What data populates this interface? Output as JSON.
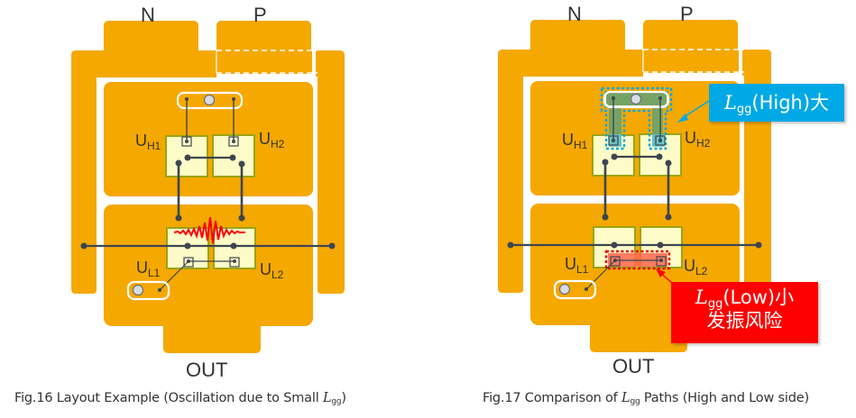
{
  "colors": {
    "copper": "#f5a800",
    "chip_fill": "#fdfbc8",
    "chip_border": "#9aa514",
    "wire": "#3d4650",
    "high_callout": "#00a8e6",
    "low_callout": "#ff0000",
    "oscillation": "#ff0000"
  },
  "figures": [
    {
      "id": "fig16",
      "terminals": {
        "n": "N",
        "p": "P",
        "out": "OUT"
      },
      "chips": {
        "uh1": {
          "main": "U",
          "sub": "H1"
        },
        "uh2": {
          "main": "U",
          "sub": "H2"
        },
        "ul1": {
          "main": "U",
          "sub": "L1"
        },
        "ul2": {
          "main": "U",
          "sub": "L2"
        }
      },
      "caption": {
        "prefix": "Fig.16 Layout Example (Oscillation due to Small ",
        "symbol": "L",
        "subscript": "gg",
        "suffix": ")"
      }
    },
    {
      "id": "fig17",
      "terminals": {
        "n": "N",
        "p": "P",
        "out": "OUT"
      },
      "chips": {
        "uh1": {
          "main": "U",
          "sub": "H1"
        },
        "uh2": {
          "main": "U",
          "sub": "H2"
        },
        "ul1": {
          "main": "U",
          "sub": "L1"
        },
        "ul2": {
          "main": "U",
          "sub": "L2"
        }
      },
      "callouts": {
        "high": {
          "symbol": "L",
          "subscript": "gg",
          "text": "(High)大"
        },
        "low": {
          "symbol": "L",
          "subscript": "gg",
          "text": "(Low)小",
          "line2": "发振风险"
        }
      },
      "caption": {
        "prefix": "Fig.17 Comparison of ",
        "symbol": "L",
        "subscript": "gg",
        "suffix": " Paths (High and Low side)"
      }
    }
  ]
}
